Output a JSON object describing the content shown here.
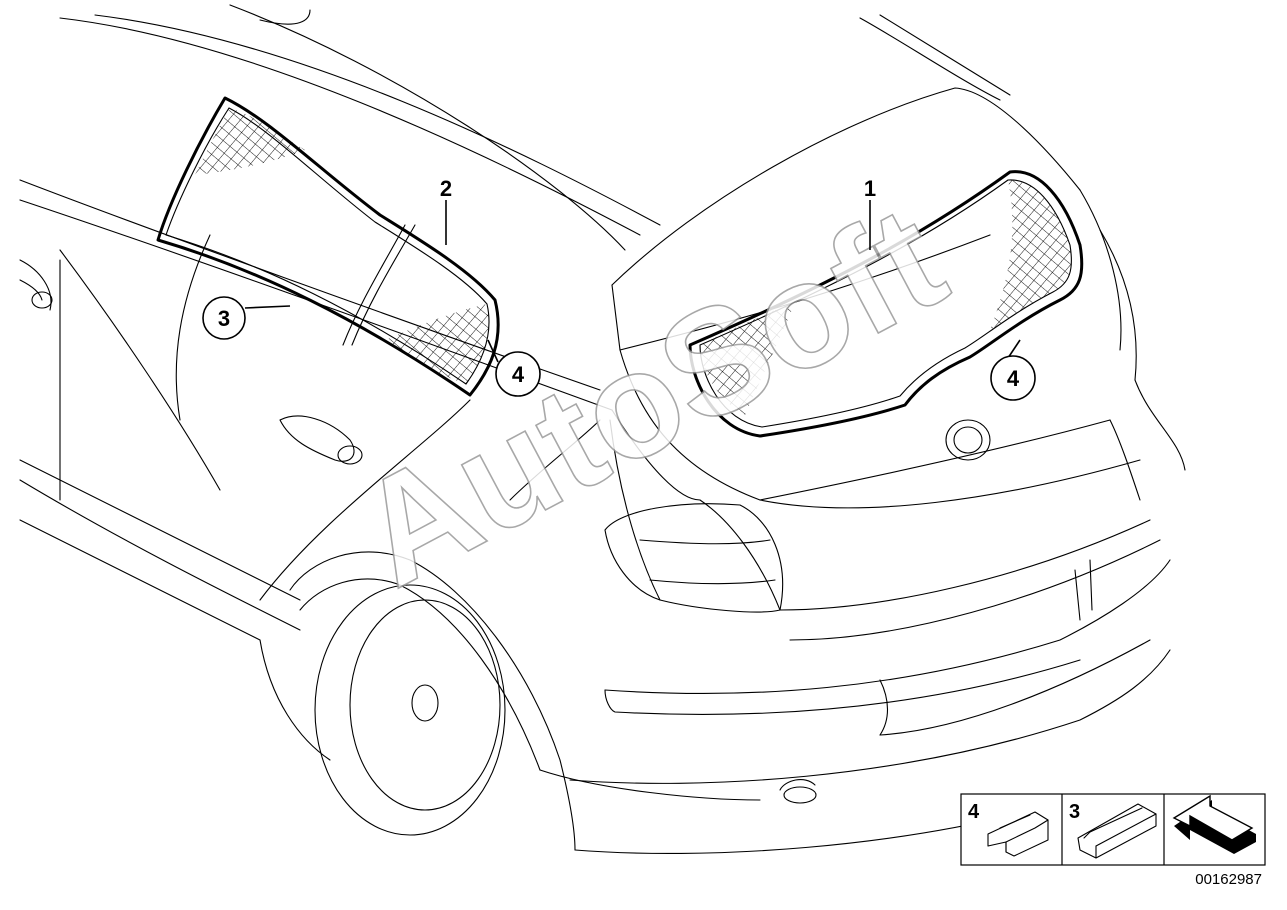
{
  "diagram": {
    "callouts": [
      {
        "id": "callout-1",
        "label": "1"
      },
      {
        "id": "callout-2",
        "label": "2"
      },
      {
        "id": "callout-3",
        "label": "3"
      },
      {
        "id": "callout-4-left",
        "label": "4"
      },
      {
        "id": "callout-4-right",
        "label": "4"
      }
    ],
    "legend": {
      "items": [
        {
          "label": "4",
          "icon": "retaining-clip-icon"
        },
        {
          "label": "3",
          "icon": "seal-profile-icon"
        },
        {
          "label": "",
          "icon": "direction-arrow-icon"
        }
      ]
    },
    "watermark": "AutoSoft",
    "diagram_id": "00162987"
  }
}
